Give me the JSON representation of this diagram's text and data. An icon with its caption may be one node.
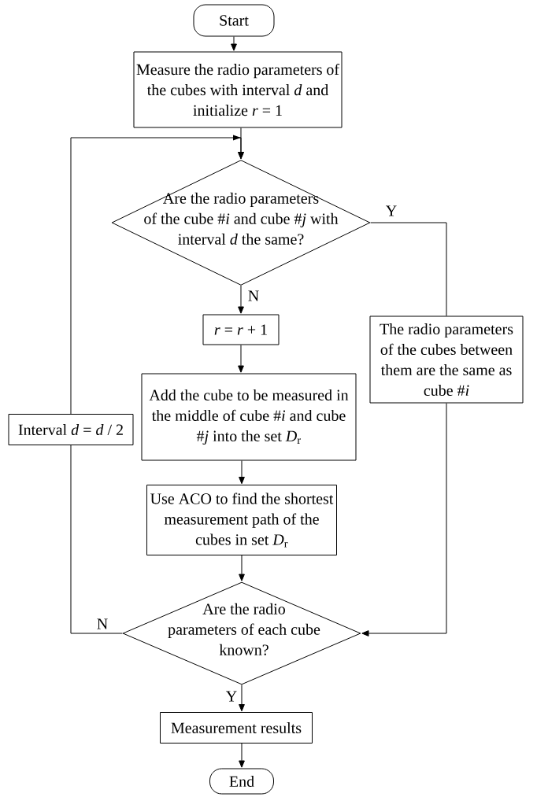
{
  "diagram": {
    "nodes": [
      {
        "text": [
          "Start"
        ]
      },
      {
        "text": [
          "Measure the radio parameters of the cubes with interval *d* and initialize *r* = 1"
        ]
      },
      {
        "text": [
          "Are the radio parameters of the cube #*i* and cube #*j* with interval *d* the same?"
        ]
      },
      {
        "text": [
          "*r* = *r* + 1"
        ]
      },
      {
        "text": [
          "Add the cube to be measured in the middle of cube #*i* and cube #*j* into the set *D*$_{r}$"
        ]
      },
      {
        "text": [
          "Use ACO to find the shortest measurement path of the cubes in set *D*$_{r}$"
        ]
      },
      {
        "text": [
          "Are the radio parameters of each cube known?"
        ]
      },
      {
        "text": [
          "Measurement results"
        ]
      },
      {
        "text": [
          "End"
        ]
      },
      {
        "text": [
          "The radio parameters of the cubes between them are the same as cube #*i*"
        ]
      },
      {
        "text": [
          "Interval *d* = *d* / 2"
        ]
      }
    ],
    "edges": [
      {
        "from": 0,
        "to": 1,
        "arrow": "to"
      },
      {
        "from": 1,
        "to": 2,
        "arrow": "to"
      },
      {
        "from": 2,
        "to": 3,
        "arrow": "to",
        "label": "N"
      },
      {
        "from": 3,
        "to": 4,
        "arrow": "to"
      },
      {
        "from": 4,
        "to": 5,
        "arrow": "to"
      },
      {
        "from": 5,
        "to": 6,
        "arrow": "to"
      },
      {
        "from": 6,
        "to": 7,
        "arrow": "to",
        "label": "Y"
      },
      {
        "from": 7,
        "to": 8,
        "arrow": "to"
      },
      {
        "from": 2,
        "to": 9,
        "arrow": "none",
        "label": "Y"
      },
      {
        "from": 9,
        "to": 6,
        "arrow": "to"
      },
      {
        "from": 6,
        "to": 10,
        "arrow": "none",
        "label": "N"
      },
      {
        "from": 10,
        "to": 2,
        "arrow": "to"
      }
    ]
  }
}
